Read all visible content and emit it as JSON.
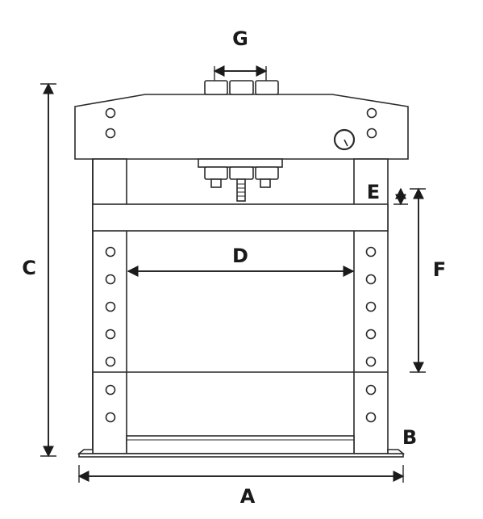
{
  "diagram": {
    "subject": "hydraulic-press-frame",
    "labels": {
      "a": "A",
      "b": "B",
      "c": "C",
      "d": "D",
      "e": "E",
      "f": "F",
      "g": "G"
    },
    "colors": {
      "line": "#2a2a2a",
      "text": "#1a1a1a",
      "background": "#ffffff"
    },
    "icons": {
      "pressure-gauge": "circle-gauge",
      "bolt-hole": "small-circle"
    }
  }
}
